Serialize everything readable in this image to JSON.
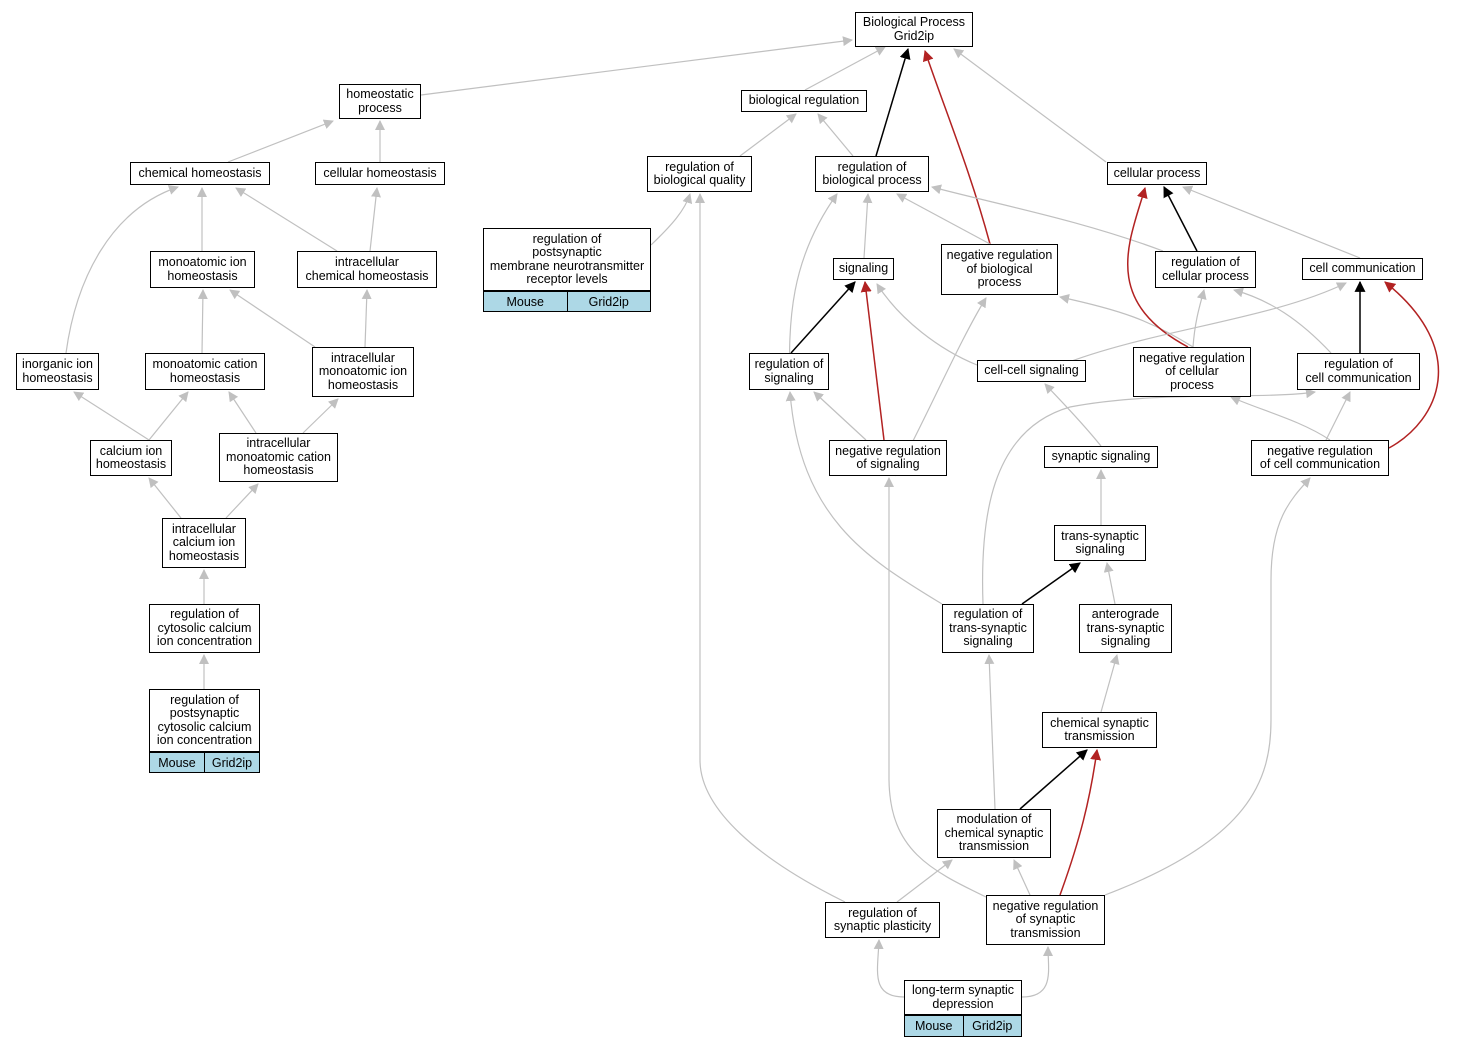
{
  "nodes": {
    "bp": "Biological Process\nGrid2ip",
    "homeostatic": "homeostatic\nprocess",
    "bioreg": "biological regulation",
    "chemhomeo": "chemical homeostasis",
    "cellhomeo": "cellular homeostasis",
    "regbioqual": "regulation of\nbiological quality",
    "regbioproc": "regulation of\nbiological process",
    "cellproc": "cellular process",
    "regpostsyn": "regulation of\npostsynaptic\nmembrane neurotransmitter\nreceptor levels",
    "monoion": "monoatomic ion\nhomeostasis",
    "intrachem": "intracellular\nchemical homeostasis",
    "signaling": "signaling",
    "negregbio": "negative regulation\nof biological\nprocess",
    "regcellproc": "regulation of\ncellular process",
    "cellcomm": "cell communication",
    "inorg": "inorganic ion\nhomeostasis",
    "monocation": "monoatomic cation\nhomeostasis",
    "intramonoion": "intracellular\nmonoatomic ion\nhomeostasis",
    "regsig": "regulation of\nsignaling",
    "cellcell": "cell-cell signaling",
    "negregcell": "negative regulation\nof cellular\nprocess",
    "regcellcomm": "regulation of\ncell communication",
    "calcium": "calcium ion\nhomeostasis",
    "intramonocation": "intracellular\nmonoatomic cation\nhomeostasis",
    "negregsig": "negative regulation\nof signaling",
    "synsig": "synaptic signaling",
    "negregcellcomm": "negative regulation\nof cell communication",
    "intracalcium": "intracellular\ncalcium ion\nhomeostasis",
    "transsyn": "trans-synaptic\nsignaling",
    "regcytcal": "regulation of\ncytosolic calcium\nion concentration",
    "regtranssyn": "regulation of\ntrans-synaptic\nsignaling",
    "antero": "anterograde\ntrans-synaptic\nsignaling",
    "regpostcyt": "regulation of\npostsynaptic\ncytosolic calcium\nion concentration",
    "chemsyn": "chemical synaptic\ntransmission",
    "modchem": "modulation of\nchemical synaptic\ntransmission",
    "regsynplast": "regulation of\nsynaptic plasticity",
    "negregsyn": "negative regulation\nof synaptic\ntransmission",
    "ltd": "long-term synaptic\ndepression"
  },
  "annotations": {
    "regpostsyn": [
      "Mouse",
      "Grid2ip"
    ],
    "regpostcyt": [
      "Mouse",
      "Grid2ip"
    ],
    "ltd": [
      "Mouse",
      "Grid2ip"
    ]
  },
  "colors": {
    "is_a": "#c0c0c0",
    "part_of": "#000000",
    "negatively_regulates": "#b22222",
    "annotation_fill": "#add8e6"
  }
}
